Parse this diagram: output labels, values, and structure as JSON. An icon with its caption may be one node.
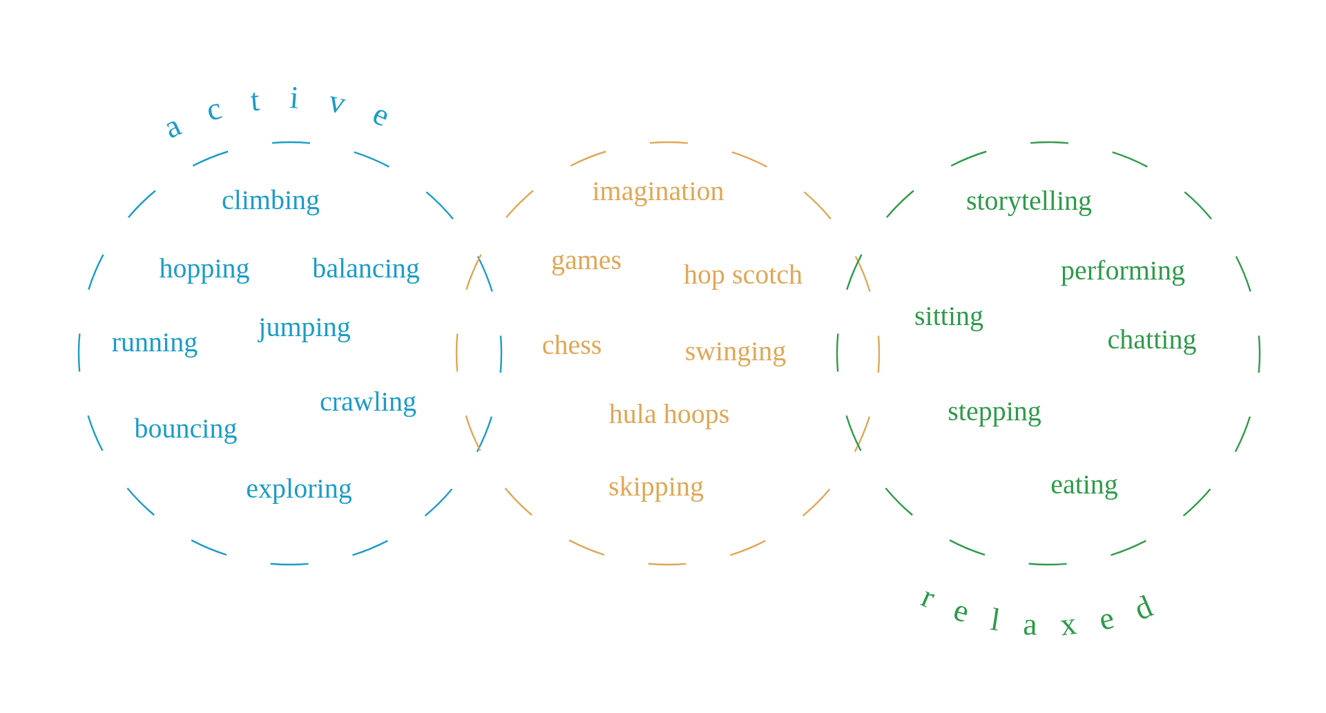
{
  "diagram": {
    "nodes": [
      {
        "text": [
          "active",
          "climbing",
          "hopping",
          "balancing",
          "running",
          "jumping",
          "crawling",
          "bouncing",
          "exploring"
        ]
      },
      {
        "text": [
          "imagination",
          "games",
          "hop scotch",
          "chess",
          "swinging",
          "hula hoops",
          "skipping"
        ]
      },
      {
        "text": [
          "storytelling",
          "performing",
          "sitting",
          "chatting",
          "stepping",
          "eating",
          "relaxed"
        ]
      }
    ]
  }
}
